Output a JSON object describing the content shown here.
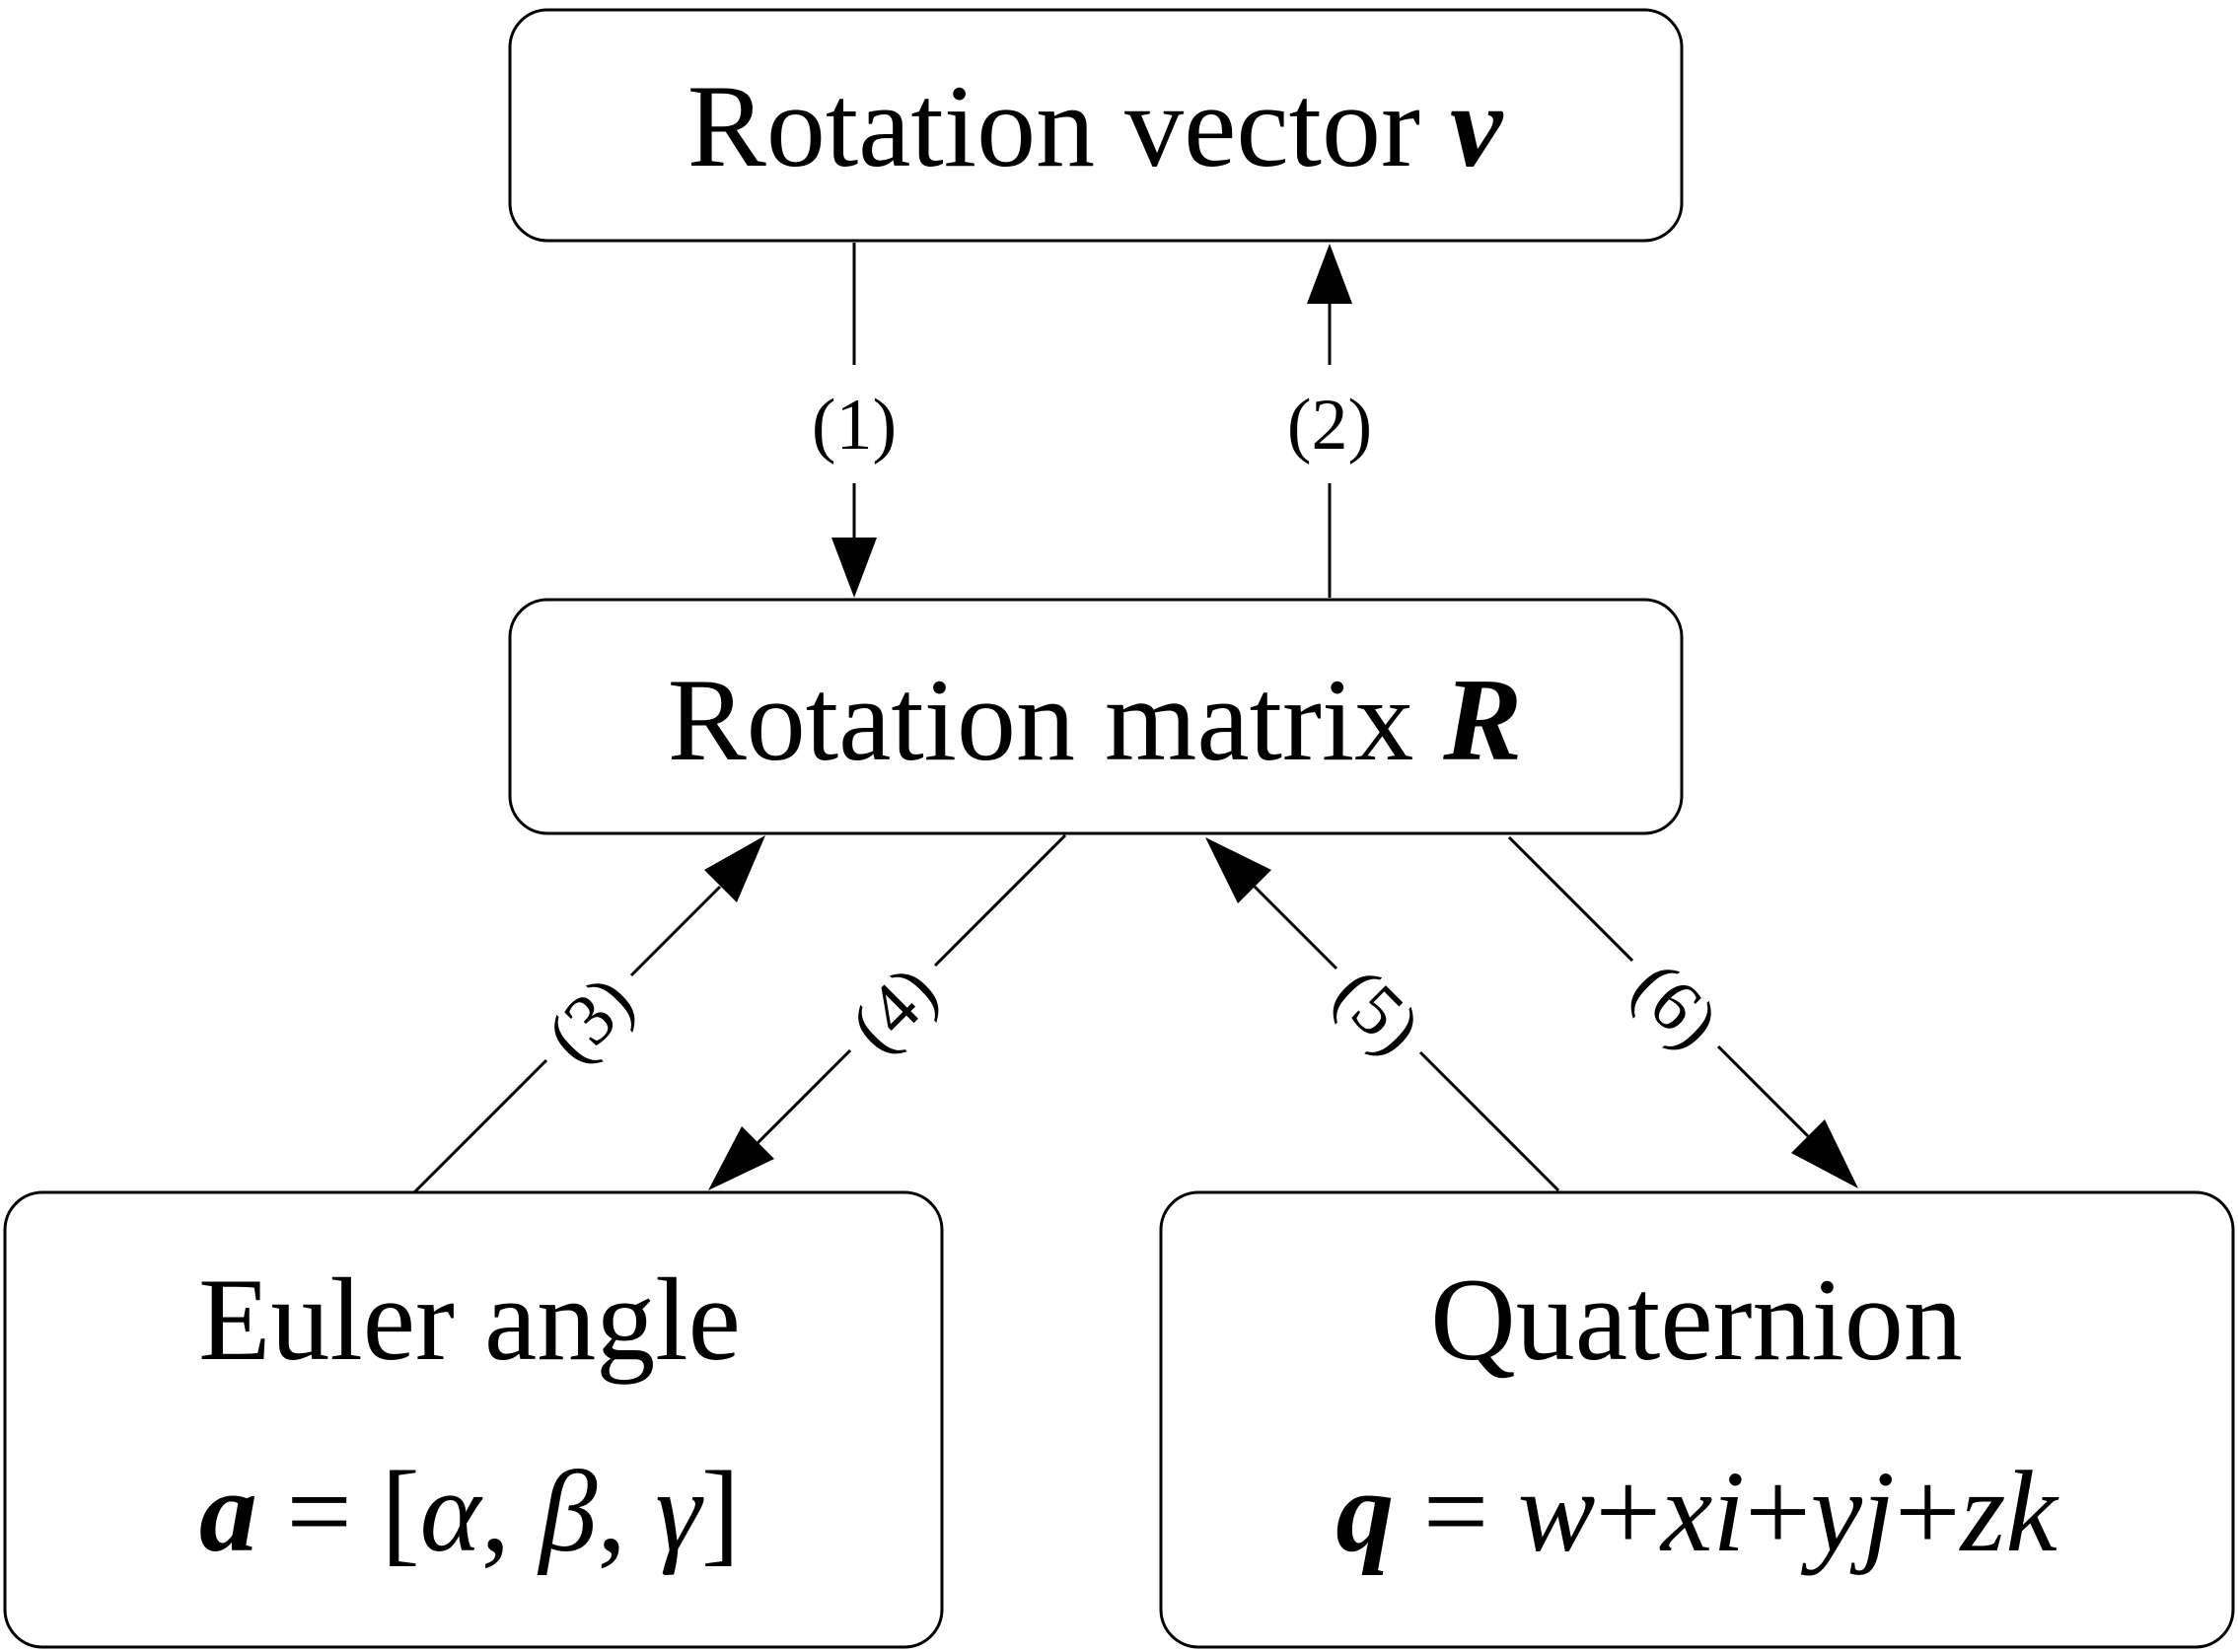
{
  "nodes": {
    "rotation_vector": {
      "label": "Rotation vector ",
      "symbol": "v"
    },
    "rotation_matrix": {
      "label": "Rotation matrix ",
      "symbol": "R"
    },
    "euler_angle": {
      "label": "Euler angle",
      "formula": {
        "symbol": "a",
        "eq": " = [",
        "alpha": "α",
        "sep1": ", ",
        "beta": "β",
        "sep2": ", ",
        "gamma": "γ",
        "close": "]"
      }
    },
    "quaternion": {
      "label": "Quaternion",
      "formula": {
        "symbol": "q",
        "eq": " = ",
        "w": "w",
        "p1": "+",
        "xi": "xi",
        "p2": "+",
        "yj": "yj",
        "p3": "+",
        "zk": "zk"
      }
    }
  },
  "edges": [
    {
      "label": "(1)",
      "from": "rotation_vector",
      "to": "rotation_matrix"
    },
    {
      "label": "(2)",
      "from": "rotation_matrix",
      "to": "rotation_vector"
    },
    {
      "label": "(3)",
      "from": "euler_angle",
      "to": "rotation_matrix"
    },
    {
      "label": "(4)",
      "from": "rotation_matrix",
      "to": "euler_angle"
    },
    {
      "label": "(5)",
      "from": "quaternion",
      "to": "rotation_matrix"
    },
    {
      "label": "(6)",
      "from": "rotation_matrix",
      "to": "quaternion"
    }
  ]
}
